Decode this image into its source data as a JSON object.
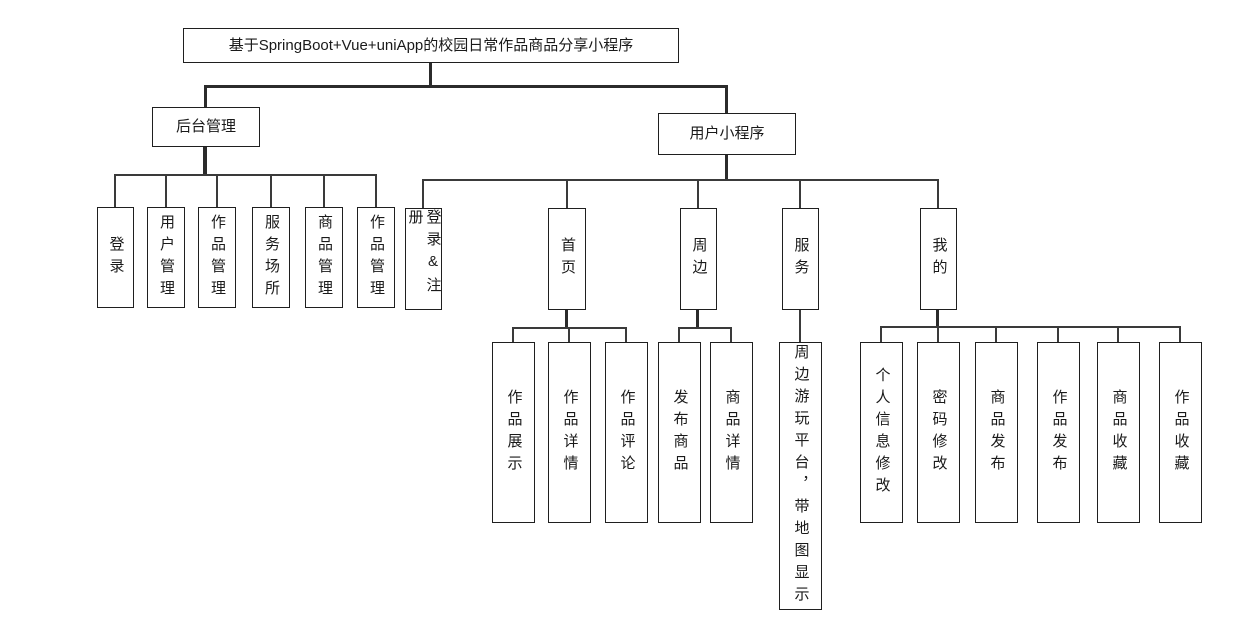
{
  "canvas": {
    "background": "#ffffff",
    "line_color": "#3a3a3a",
    "border_color": "#1f1f1f",
    "text_color": "#1a1a1a"
  },
  "tree": {
    "root": {
      "label": "基于SpringBoot+Vue+uniApp的校园日常作品商品分享小程序"
    },
    "admin": {
      "label": "后台管理",
      "children": [
        {
          "label": "登录"
        },
        {
          "label": "用户管理"
        },
        {
          "label": "作品管理"
        },
        {
          "label": "服务场所"
        },
        {
          "label": "商品管理"
        },
        {
          "label": "作品管理"
        }
      ]
    },
    "miniapp": {
      "label": "用户小程序",
      "children": [
        {
          "label": "登录&注册"
        },
        {
          "label": "首页",
          "children": [
            {
              "label": "作品展示"
            },
            {
              "label": "作品详情"
            },
            {
              "label": "作品评论"
            }
          ]
        },
        {
          "label": "周边",
          "children": [
            {
              "label": "发布商品"
            },
            {
              "label": "商品详情"
            }
          ]
        },
        {
          "label": "服务",
          "children": [
            {
              "label": "周边游玩平台，带地图显示"
            }
          ]
        },
        {
          "label": "我的",
          "children": [
            {
              "label": "个人信息修改"
            },
            {
              "label": "密码修改"
            },
            {
              "label": "商品发布"
            },
            {
              "label": "作品发布"
            },
            {
              "label": "商品收藏"
            },
            {
              "label": "作品收藏"
            }
          ]
        }
      ]
    }
  }
}
